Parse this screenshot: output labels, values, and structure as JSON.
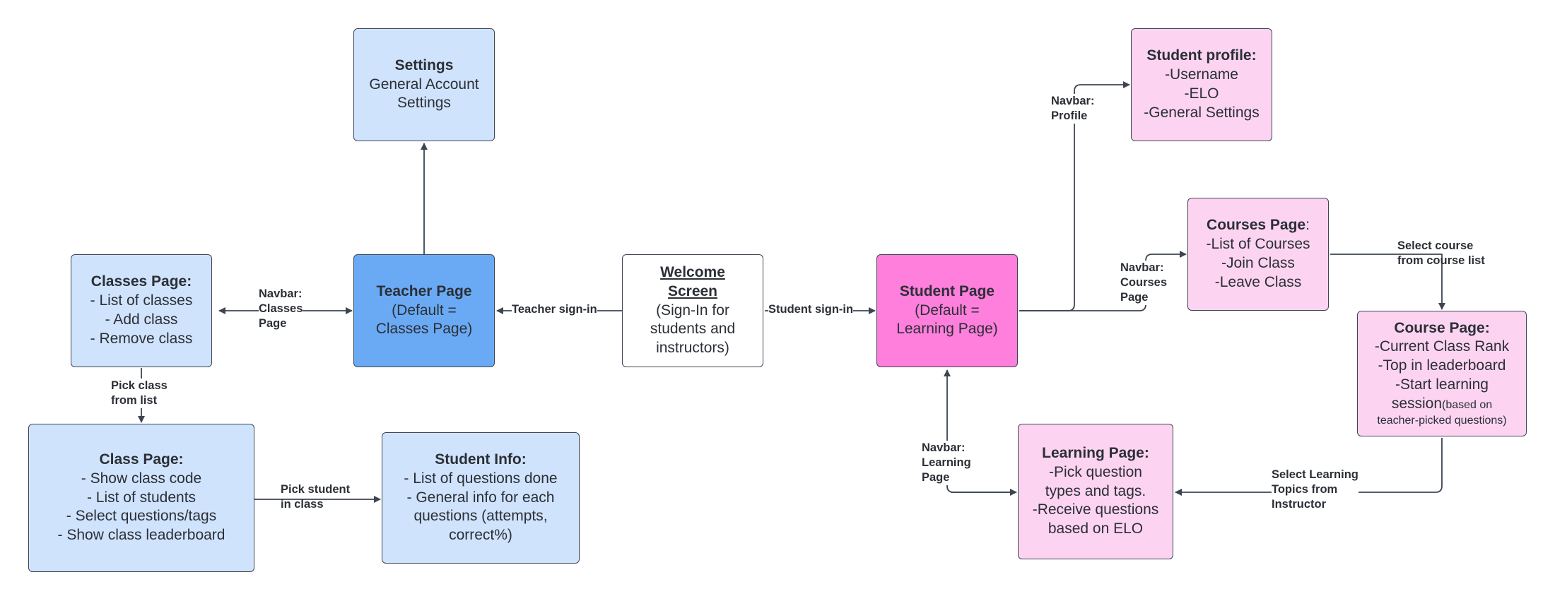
{
  "nodes": {
    "settings": {
      "title": "Settings",
      "lines": [
        "General Account",
        "Settings"
      ]
    },
    "teacher": {
      "title": "Teacher Page",
      "lines": [
        "(Default =",
        "Classes Page)"
      ]
    },
    "welcome": {
      "title_lines": [
        "Welcome",
        "Screen"
      ],
      "lines": [
        "(Sign-In for",
        "students and",
        "instructors)"
      ]
    },
    "student": {
      "title": "Student Page",
      "lines": [
        "(Default =",
        "Learning Page)"
      ]
    },
    "classes": {
      "title": "Classes Page:",
      "lines": [
        "- List of classes",
        "- Add class",
        "- Remove class"
      ]
    },
    "class_page": {
      "title": "Class Page:",
      "lines": [
        "- Show class code",
        "- List of students",
        "- Select questions/tags",
        "- Show class leaderboard"
      ]
    },
    "student_info": {
      "title": "Student Info:",
      "lines": [
        "- List of questions done",
        "- General info for each",
        "questions (attempts,",
        "correct%)"
      ]
    },
    "profile": {
      "title": "Student profile:",
      "lines": [
        "-Username",
        "-ELO",
        "-General Settings"
      ]
    },
    "courses": {
      "title": "Courses Page",
      "title_suffix": ":",
      "lines": [
        "-List of Courses",
        "-Join Class",
        "-Leave Class"
      ]
    },
    "course": {
      "title": "Course Page:",
      "lines": [
        "-Current Class Rank",
        "-Top in leaderboard",
        "-Start learning",
        "session"
      ],
      "note": "(based on",
      "note_line2": "teacher-picked questions)"
    },
    "learning": {
      "title": "Learning Page:",
      "lines": [
        "-Pick question",
        "types and tags.",
        "-Receive questions",
        "based on ELO"
      ]
    }
  },
  "edges": {
    "teacher_signin": "Teacher sign-in",
    "student_signin": "Student sign-in",
    "navbar_classes": [
      "Navbar:",
      "Classes",
      "Page"
    ],
    "pick_class": [
      "Pick class",
      "from list"
    ],
    "pick_student": [
      "Pick student",
      "in class"
    ],
    "navbar_profile": [
      "Navbar:",
      "Profile"
    ],
    "navbar_courses": [
      "Navbar:",
      "Courses",
      "Page"
    ],
    "select_course": [
      "Select course",
      "from course list"
    ],
    "navbar_learning": [
      "Navbar:",
      "Learning",
      "Page"
    ],
    "select_topics": [
      "Select Learning",
      "Topics from",
      "Instructor"
    ]
  },
  "colors": {
    "light_blue": "#d0e3fd",
    "mid_blue": "#6aaaf4",
    "light_pink": "#fcd4f1",
    "hot_pink": "#ff7fdc",
    "stroke": "#3d4552"
  }
}
